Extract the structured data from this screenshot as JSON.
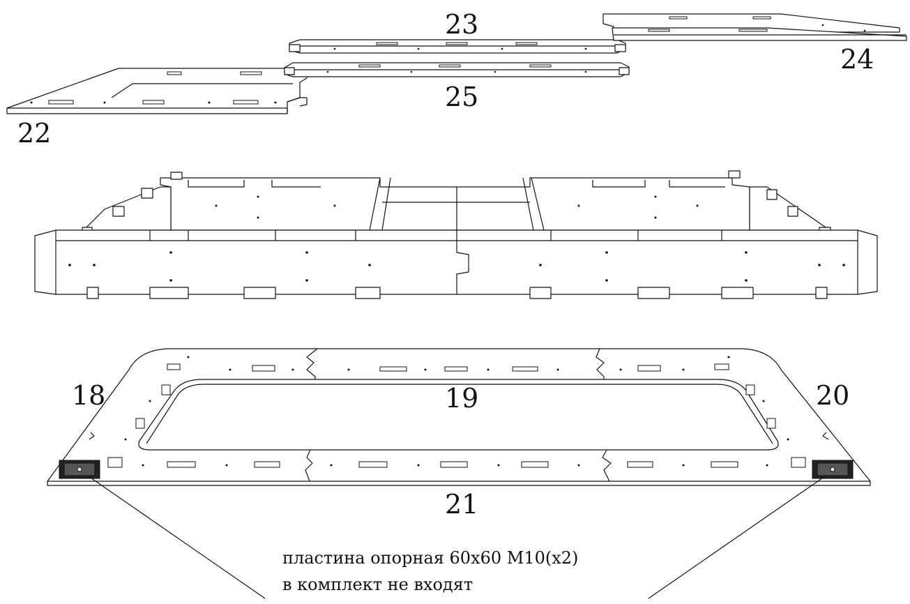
{
  "labels": {
    "p18": "18",
    "p19": "19",
    "p20": "20",
    "p21": "21",
    "p22": "22",
    "p23": "23",
    "p24": "24",
    "p25": "25"
  },
  "note": {
    "line1": "пластина опорная 60х60 М10(х2)",
    "line2": "в комплект не входят"
  },
  "colors": {
    "line": "#111111",
    "fill": "#ffffff"
  }
}
